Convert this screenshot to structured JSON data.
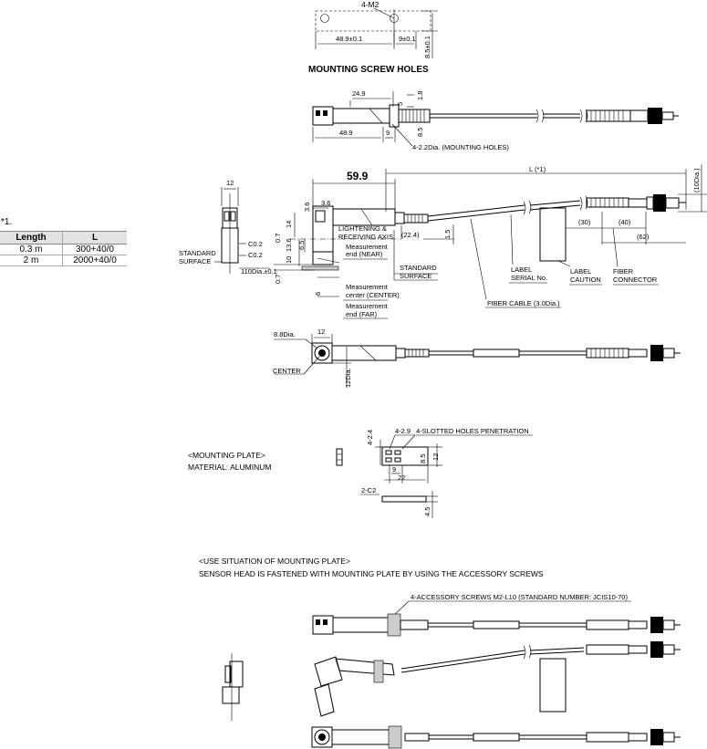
{
  "note": "*1.",
  "length_table": {
    "headers": [
      "Length",
      "L"
    ],
    "rows": [
      [
        "0.3 m",
        "300+40/0"
      ],
      [
        "2 m",
        "2000+40/0"
      ]
    ]
  },
  "screw_holes": {
    "title": "MOUNTING SCREW HOLES",
    "label_m2": "4-M2",
    "dim_a": "48.9±0.1",
    "dim_b": "9±0.1",
    "dim_c": "8.5±0.1"
  },
  "top_view": {
    "dim_249": "24.9",
    "dim_5": "5",
    "dim_18": "1.8",
    "dim_85": "8.5",
    "dim_489": "48.9",
    "dim_9": "9",
    "holes": "4-2.2Dia. (MOUNTING HOLES)"
  },
  "side_view": {
    "dim_12": "12",
    "dim_599": "59.9",
    "dim_36a": "3.6",
    "dim_36b": "3.6",
    "dim_14": "14",
    "dim_136": "13.6",
    "dim_65": "6.5",
    "dim_10": "10",
    "dim_07a": "0.7",
    "dim_07b": "0.7",
    "dim_6": "6",
    "dim_224": "(22.4)",
    "dim_15": "1.5",
    "l_label": "L (*1)",
    "dim_10dia": "(10Dia.)",
    "dim_30": "(30)",
    "dim_40": "(40)",
    "dim_62": "(62)",
    "c02a": "C0.2",
    "c02b": "C0.2",
    "std_surface_left": [
      "STANDARD",
      "SURFACE"
    ],
    "dim_110": "110Dia.±0.1",
    "axis": [
      "LIGHTENING &",
      "RECEIVING AXIS"
    ],
    "near": [
      "Measurement",
      "end (NEAR)"
    ],
    "center": [
      "Measurement",
      "center (CENTER)"
    ],
    "far": [
      "Measurement",
      "end (FAR)"
    ],
    "std_surface_right": [
      "STANDARD",
      "SURFACE"
    ],
    "label_serial": [
      "LABEL",
      "SERIAL No."
    ],
    "label_caution": [
      "LABEL",
      "CAUTION"
    ],
    "fiber_connector": [
      "FIBER",
      "CONNECTOR"
    ],
    "fiber_cable": "FIBER CABLE (3.0Dia.)"
  },
  "front_view": {
    "dim_88": "8.8Dia.",
    "dim_12": "12",
    "center": "CENTER",
    "dim_12dia": "12Dia."
  },
  "mounting_plate": {
    "title": "<MOUNTING PLATE>",
    "material": "MATERIAL: ALUMINUM",
    "dim_24": "4-2.4",
    "dim_29": "4-2.9",
    "slotted": "4-SLOTTED HOLES PENETRATION",
    "dim_85": "8.5",
    "dim_12": "12",
    "dim_9": "9",
    "dim_22": "22",
    "c2": "2-C2",
    "dim_45": "4.5"
  },
  "use_situation": {
    "title": "<USE SITUATION OF MOUNTING PLATE>",
    "desc": "SENSOR HEAD IS FASTENED WITH MOUNTING PLATE BY USING THE ACCESSORY SCREWS",
    "screws": "4-ACCESSORY SCREWS M2-L10 (STANDARD NUMBER: JCIS10-70)"
  }
}
